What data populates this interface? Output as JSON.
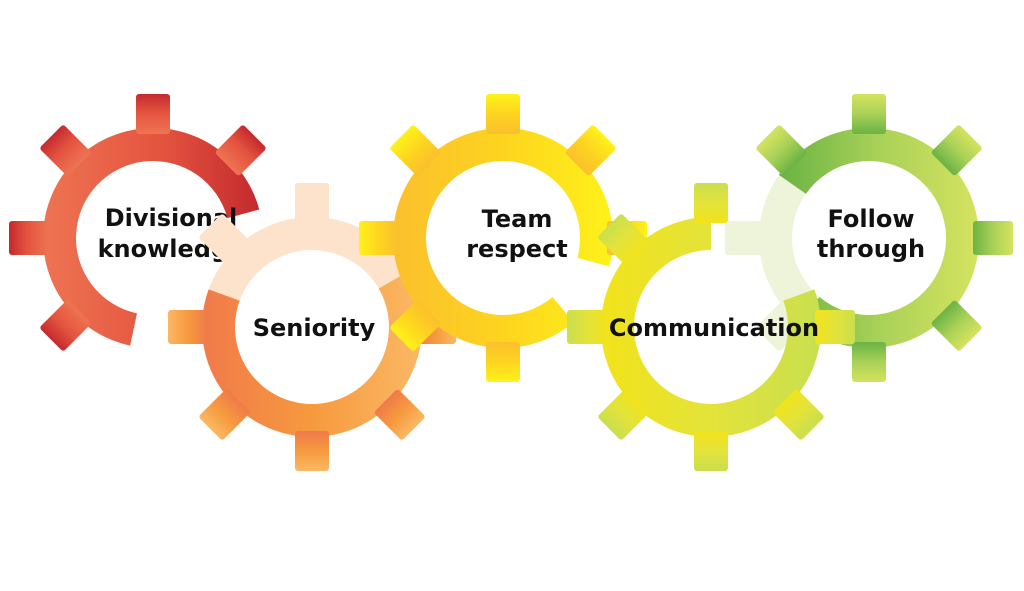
{
  "gears": [
    {
      "id": "divisional-knowledge",
      "lines": [
        "Divisional",
        "knowledge"
      ],
      "colors": [
        "#ee7452",
        "#e4533f",
        "#c42a2e"
      ]
    },
    {
      "id": "seniority",
      "lines": [
        "Seniority"
      ],
      "colors": [
        "#f07a4a",
        "#f69a3e",
        "#fbb865"
      ]
    },
    {
      "id": "team-respect",
      "lines": [
        "Team",
        "respect"
      ],
      "colors": [
        "#fbc02d",
        "#fdd41f",
        "#fff21a"
      ]
    },
    {
      "id": "communication",
      "lines": [
        "Communication"
      ],
      "colors": [
        "#f2e31a",
        "#e3e33a",
        "#c9df4f"
      ]
    },
    {
      "id": "follow-through",
      "lines": [
        "Follow",
        "through"
      ],
      "colors": [
        "#6ab344",
        "#a9d158",
        "#d5e35f"
      ]
    }
  ]
}
